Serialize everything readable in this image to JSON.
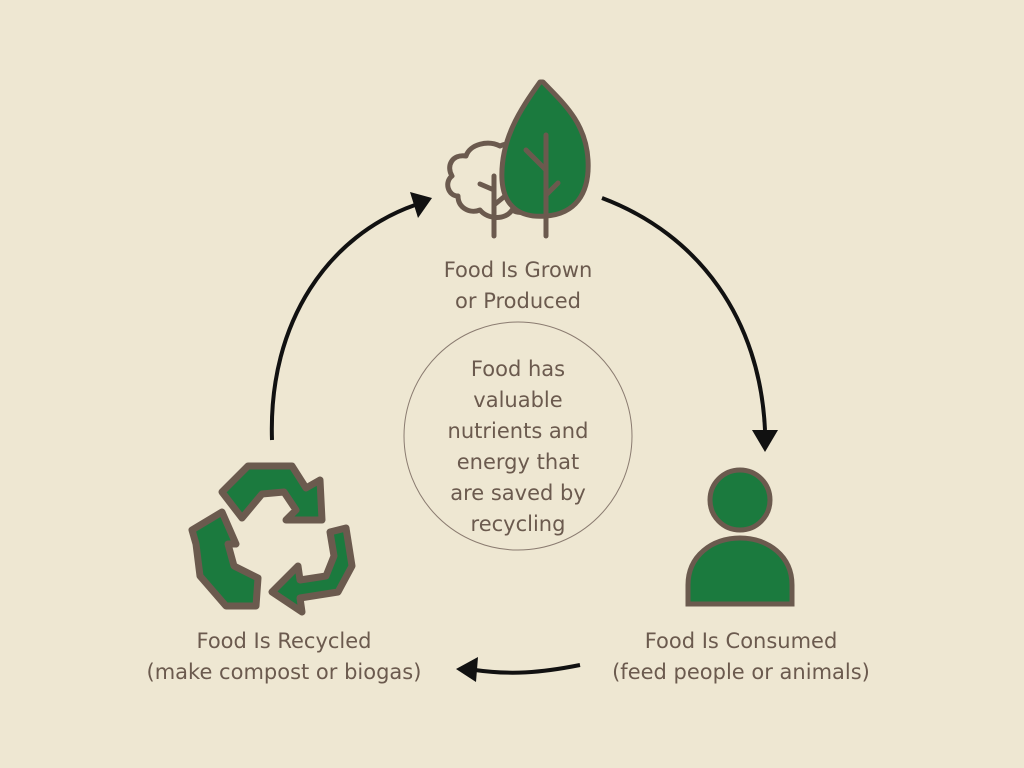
{
  "colors": {
    "background": "#EEE7D2",
    "green": "#1B7A3E",
    "brown": "#6B5A4E",
    "arrow": "#111111"
  },
  "stages": {
    "grown": {
      "line1": "Food Is Grown",
      "line2": "or Produced",
      "icon": "trees-icon"
    },
    "consumed": {
      "line1": "Food Is Consumed",
      "line2": "(feed people or animals)",
      "icon": "person-icon"
    },
    "recycled": {
      "line1": "Food Is Recycled",
      "line2": "(make compost or biogas)",
      "icon": "recycle-icon"
    }
  },
  "center": {
    "lines": [
      "Food has",
      "valuable",
      "nutrients and",
      "energy that",
      "are saved by",
      "recycling"
    ]
  }
}
